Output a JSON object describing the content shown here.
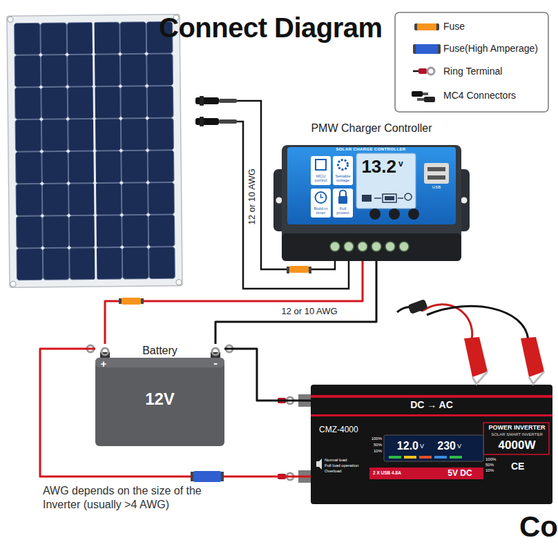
{
  "diagram": {
    "title": "Connect Diagram",
    "nodes": [
      {
        "text": [
          "PMW Charger Controller"
        ]
      },
      {
        "text": [
          "Battery",
          "12V"
        ]
      },
      {
        "text": [
          "DC → AC",
          "CMZ-4000",
          "POWER INVERTER",
          "SOLAR SMART INVERTER",
          "4000W"
        ]
      }
    ],
    "edges": [
      {
        "from": 0,
        "to": 1,
        "arrow": "none"
      },
      {
        "from": 0,
        "to": 1,
        "label": "12 or 10 AWG",
        "arrow": "none"
      },
      {
        "from": 1,
        "to": 2,
        "arrow": "none"
      },
      {
        "from": 1,
        "to": 2,
        "arrow": "none"
      }
    ],
    "labels": [
      "12 or 10 AWG",
      "SOLAR CHARGE CONTROLLER",
      "MCU control",
      "Settable voltage",
      "Build-in timer",
      "Full protect",
      "13.2",
      "v",
      "USB",
      "+",
      "-",
      "AWG depends on the size of the Inverter (usually >4 AWG)",
      "12.0",
      "V",
      "230",
      "V",
      "100%",
      "50%",
      "10%",
      "100%",
      "50%",
      "10%",
      "Normal load",
      "Full load operation",
      "Overload",
      "2 X USB 4.8A",
      "5V DC",
      "CE",
      "Co"
    ],
    "legend": [
      {
        "text": "Fuse",
        "color": "#f7941d"
      },
      {
        "text": "Fuse(High Amperage)",
        "color": "#2f5fd0"
      },
      {
        "text": "Ring Terminal"
      },
      {
        "text": "MC4 Connectors"
      }
    ]
  }
}
